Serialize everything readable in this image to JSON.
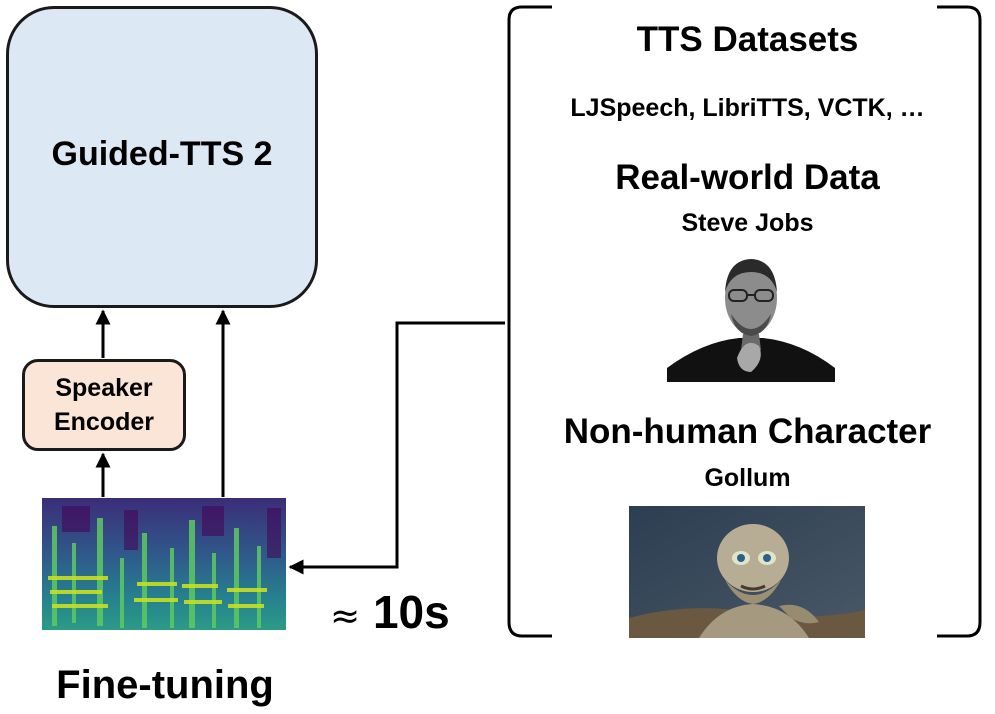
{
  "model": {
    "title": "Guided-TTS 2"
  },
  "encoder": {
    "line1": "Speaker",
    "line2": "Encoder"
  },
  "input": {
    "duration_symbol": "≈",
    "duration_value": "10s"
  },
  "caption": "Fine-tuning",
  "sources": {
    "tts_heading": "TTS Datasets",
    "tts_list": "LJSpeech, LibriTTS, VCTK, …",
    "real_heading": "Real-world Data",
    "real_example": "Steve Jobs",
    "nonhuman_heading": "Non-human Character",
    "nonhuman_example": "Gollum"
  }
}
